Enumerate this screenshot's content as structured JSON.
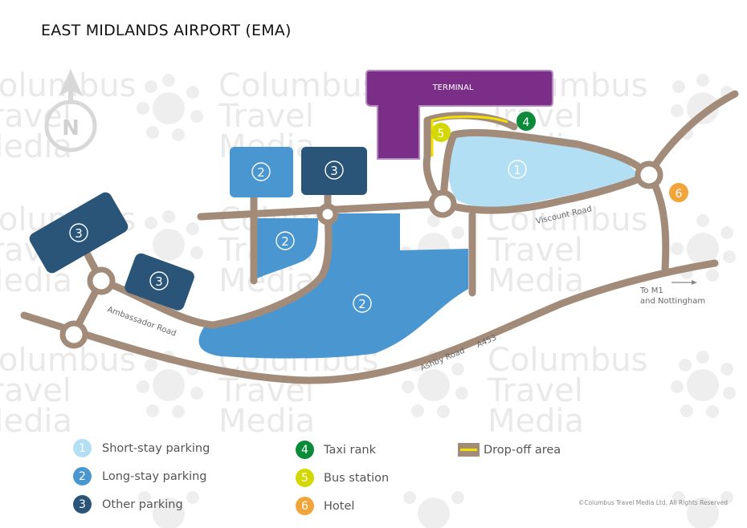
{
  "title": "EAST MIDLANDS AIRPORT (EMA)",
  "watermark_text": "Columbus\nTravel\nMedia",
  "north_label": "N",
  "terminal_label": "TERMINAL",
  "zone_numbers": {
    "short_stay": "1",
    "long_stay": "2",
    "other": "3",
    "taxi": "4",
    "bus": "5",
    "hotel": "6"
  },
  "roads": {
    "viscount": "Viscount Road",
    "ambassador": "Ambassador Road",
    "ashby": "Ashby Road",
    "a453": "A453"
  },
  "to_m1": {
    "line1": "To M1",
    "line2": "and Nottingham"
  },
  "legend": [
    {
      "number": "1",
      "label": "Short-stay parking",
      "color": "#b3dff5",
      "text_color": "#ffffff"
    },
    {
      "number": "2",
      "label": "Long-stay parking",
      "color": "#4996d0",
      "text_color": "#ffffff"
    },
    {
      "number": "3",
      "label": "Other parking",
      "color": "#2a5478",
      "text_color": "#ffffff"
    },
    {
      "number": "4",
      "label": "Taxi rank",
      "color": "#0b8a3a",
      "text_color": "#ffffff"
    },
    {
      "number": "5",
      "label": "Bus station",
      "color": "#d3d800",
      "text_color": "#ffffff"
    },
    {
      "number": "6",
      "label": "Hotel",
      "color": "#f0a43a",
      "text_color": "#ffffff"
    },
    {
      "label": "Drop-off area"
    }
  ],
  "copyright": "©Columbus Travel Media Ltd. All Rights Reserved",
  "colors": {
    "road": "#a38b79",
    "terminal": "#7a2e87",
    "short_stay": "#b3dff5",
    "long_stay_light": "#4a97d2",
    "long_stay": "#4996d0",
    "other_parking": "#2a5478",
    "dropoff_line": "#f3e100"
  }
}
